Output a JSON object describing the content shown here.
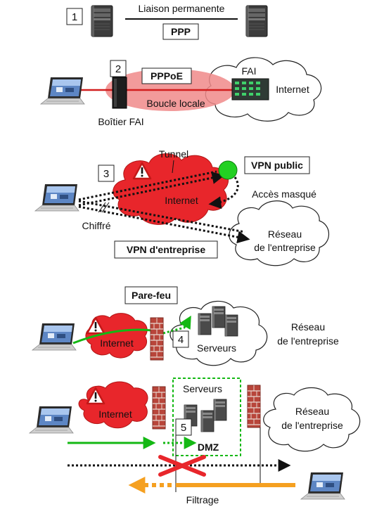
{
  "colors": {
    "cloud_red": "#e8262b",
    "link_red": "#d21e1e",
    "local_loop_halo": "#f08a8a",
    "firewall_brick": "#b8453a",
    "green_arrow": "#14b814",
    "orange_arrow": "#f5a020",
    "cross_red": "#e8262b",
    "vpn_public_node": "#22d022"
  },
  "icons": [
    "server-tower-icon",
    "laptop-icon",
    "isp-box-icon",
    "rack-server-icon",
    "warning-triangle-icon",
    "firewall-wall-icon",
    "vpn-node-icon",
    "cross-mark-icon"
  ],
  "section1": {
    "number": "1",
    "link_label": "Liaison permanente",
    "protocol": "PPP"
  },
  "section2": {
    "number": "2",
    "protocol": "PPPoE",
    "loop_label": "Boucle locale",
    "box_label": "Boîtier FAI",
    "isp_label": "FAI",
    "cloud_label": "Internet"
  },
  "section3": {
    "number": "3",
    "tunnel_label": "Tunnel",
    "public_vpn": "VPN public",
    "cloud_label": "Internet",
    "masked_label": "Accès masqué",
    "encrypted_label": "Chiffré",
    "corp_network_line1": "Réseau",
    "corp_network_line2": "de l'entreprise",
    "corporate_vpn": "VPN d'entreprise"
  },
  "section4": {
    "number": "4",
    "title": "Pare-feu",
    "cloud_label": "Internet",
    "servers_label": "Serveurs",
    "corp_network_line1": "Réseau",
    "corp_network_line2": "de l'entreprise"
  },
  "section5": {
    "number": "5",
    "cloud_label": "Internet",
    "servers_label": "Serveurs",
    "dmz_label": "DMZ",
    "corp_network_line1": "Réseau",
    "corp_network_line2": "de l'entreprise",
    "filter_label": "Filtrage"
  }
}
